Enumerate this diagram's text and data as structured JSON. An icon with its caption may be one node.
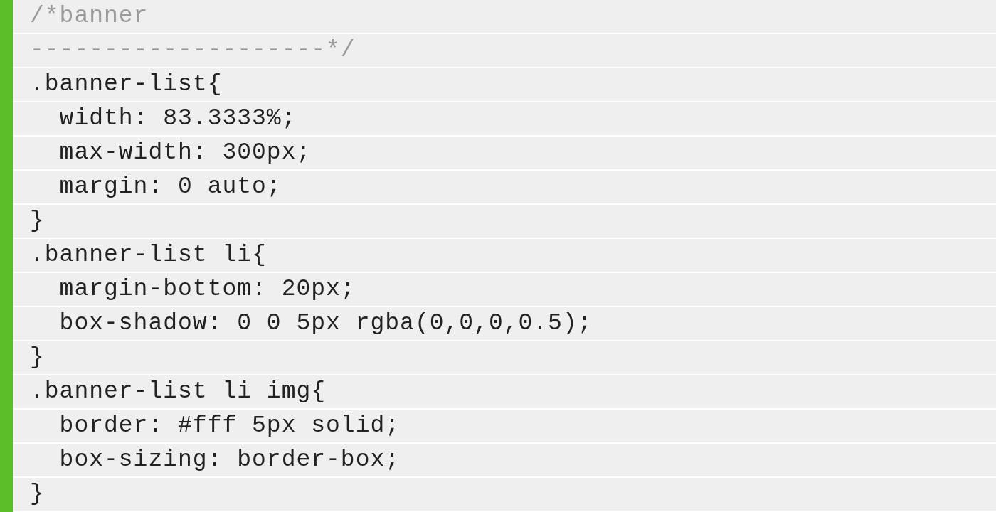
{
  "diagram": {
    "labels": [
      "/*banner",
      "--------------------*/",
      ".banner-list{",
      "  width: 83.3333%;",
      "  max-width: 300px;",
      "  margin: 0 auto;",
      "}",
      ".banner-list li{",
      "  margin-bottom: 20px;",
      "  box-shadow: 0 0 5px rgba(0,0,0,0.5);",
      "}",
      ".banner-list li img{",
      "  border: #fff 5px solid;",
      "  box-sizing: border-box;",
      "}"
    ]
  }
}
